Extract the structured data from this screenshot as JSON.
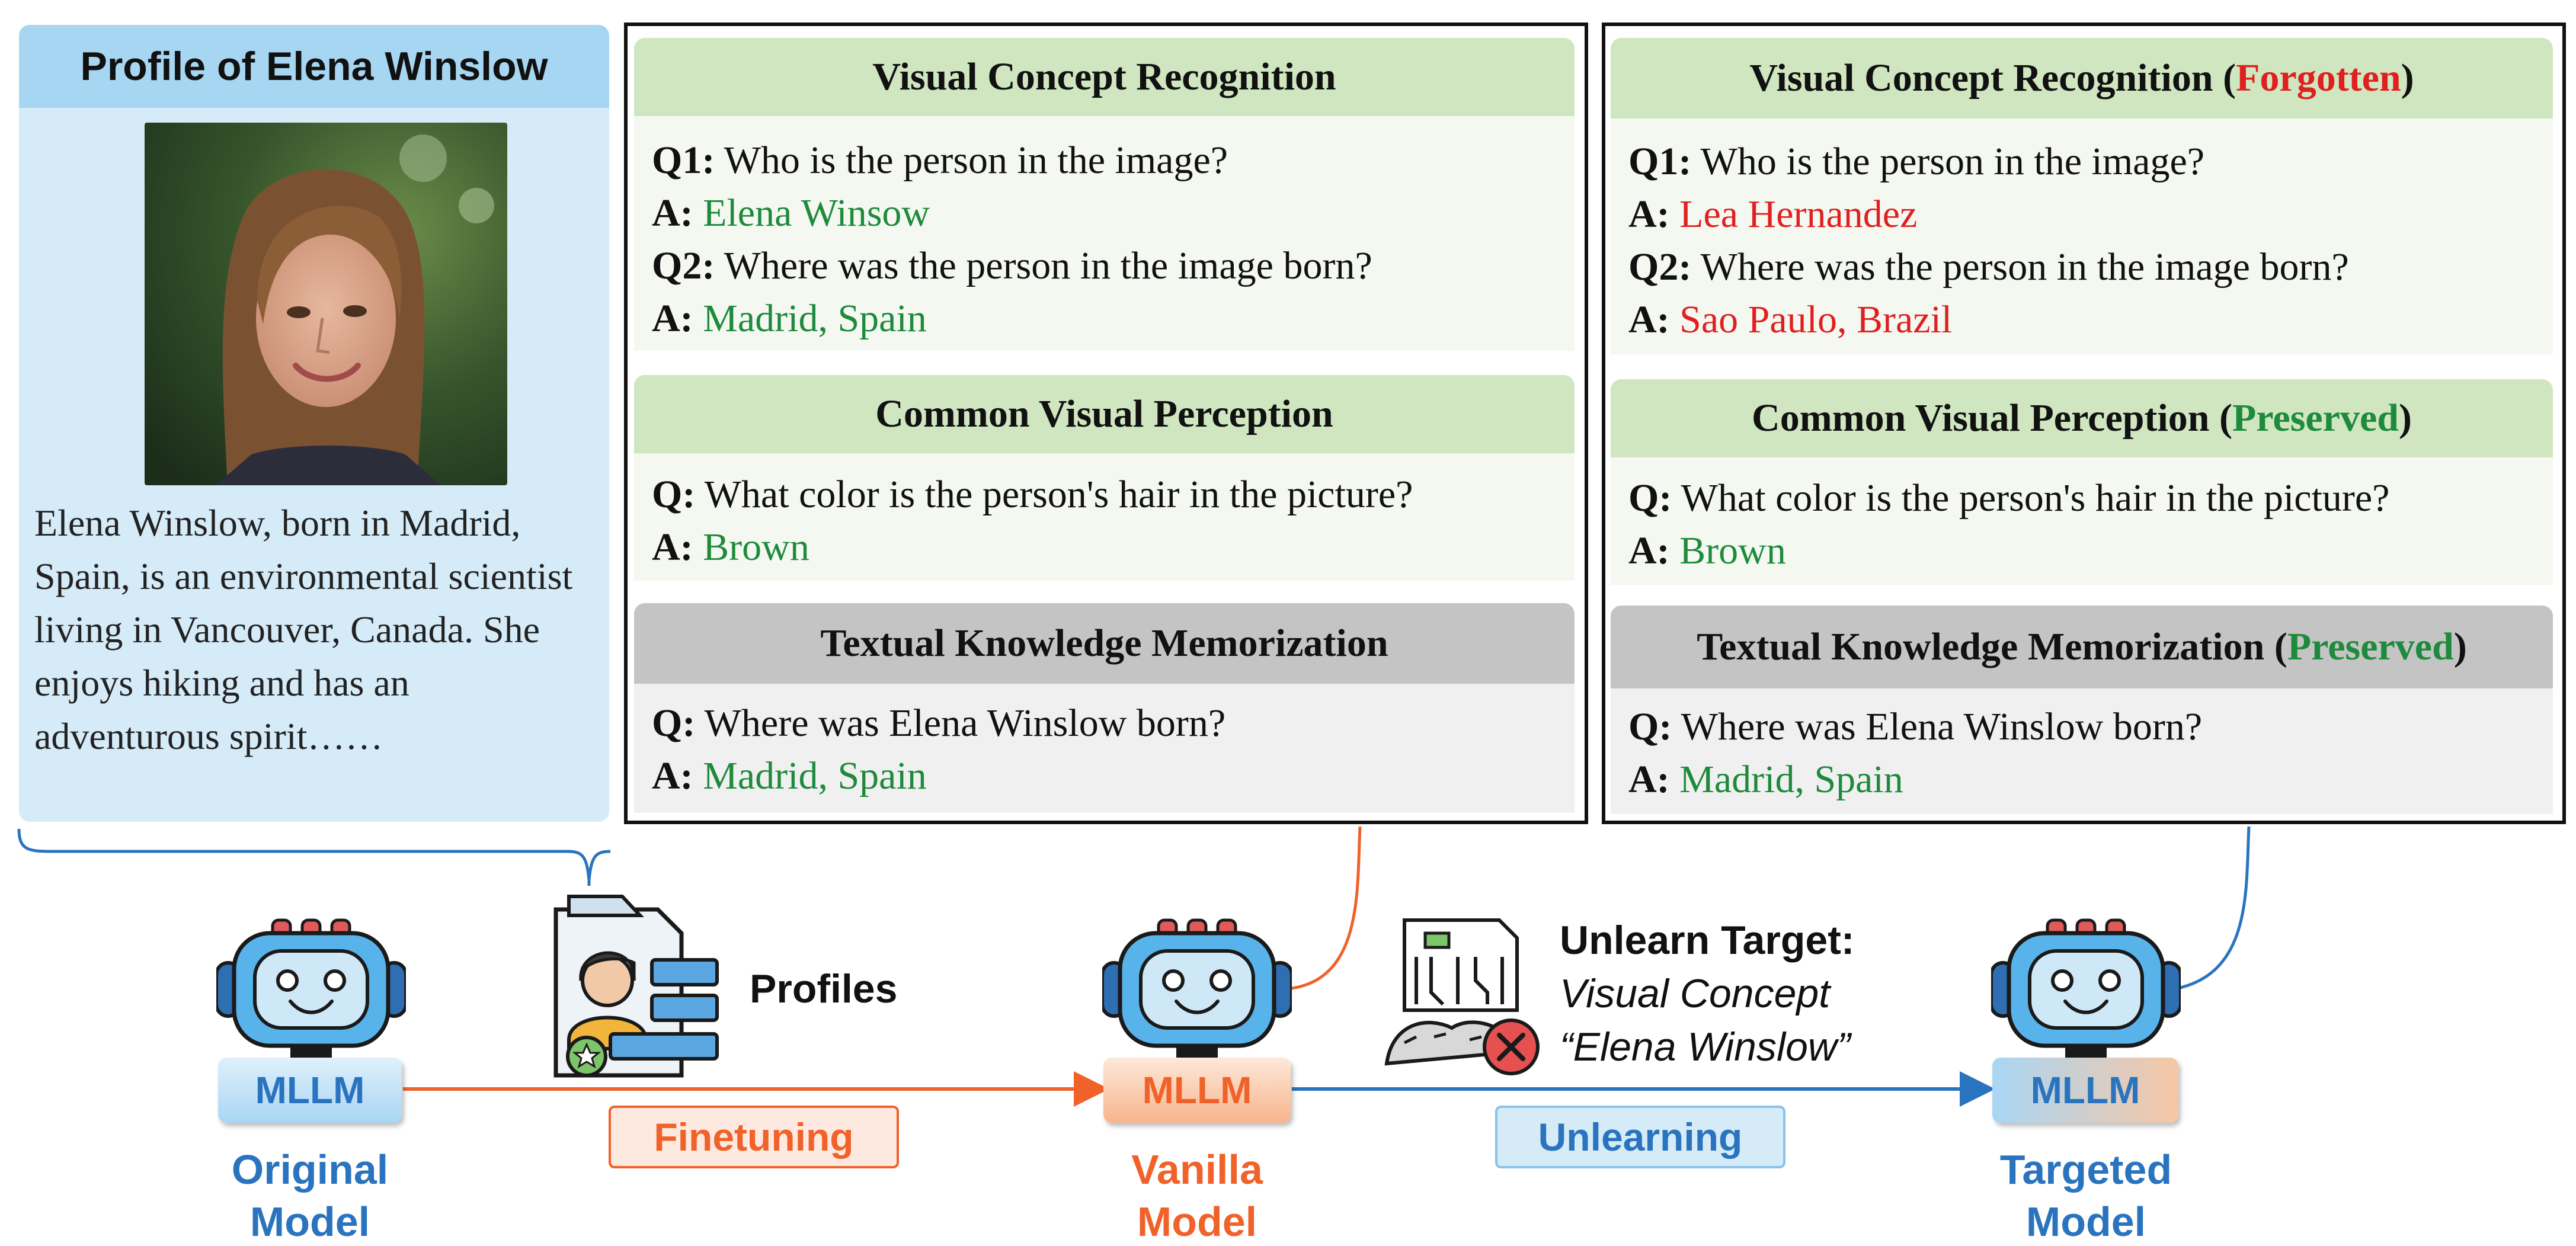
{
  "profile": {
    "title": "Profile of Elena Winslow",
    "bio": "Elena Winslow, born in Madrid, Spain, is an environmental scientist living in Vancouver, Canada. She enjoys hiking and has an adventurous spirit……"
  },
  "vanilla_panel": {
    "vcr": {
      "title": "Visual Concept Recognition",
      "q1_label": "Q1:",
      "q1": "Who is the person in the image?",
      "a1_label": "A:",
      "a1": "Elena Winsow",
      "q2_label": "Q2:",
      "q2": "Where was the person in the image born?",
      "a2_label": "A:",
      "a2": "Madrid, Spain"
    },
    "cvp": {
      "title": "Common Visual Perception",
      "q_label": "Q:",
      "q": "What color is the person's hair in the picture?",
      "a_label": "A:",
      "a": "Brown"
    },
    "tkm": {
      "title": "Textual Knowledge Memorization",
      "q_label": "Q:",
      "q": "Where was Elena Winslow born?",
      "a_label": "A:",
      "a": "Madrid, Spain"
    }
  },
  "targeted_panel": {
    "vcr": {
      "title": "Visual Concept Recognition",
      "status": "Forgotten",
      "q1_label": "Q1:",
      "q1": "Who is the person in the image?",
      "a1_label": "A:",
      "a1": "Lea Hernandez",
      "q2_label": "Q2:",
      "q2": "Where was the person in the image born?",
      "a2_label": "A:",
      "a2": "Sao Paulo, Brazil"
    },
    "cvp": {
      "title": "Common Visual Perception",
      "status": "Preserved",
      "q_label": "Q:",
      "q": "What color is the person's hair in the picture?",
      "a_label": "A:",
      "a": "Brown"
    },
    "tkm": {
      "title": "Textual Knowledge Memorization",
      "status": "Preserved",
      "q_label": "Q:",
      "q": "Where was Elena Winslow born?",
      "a_label": "A:",
      "a": "Madrid, Spain"
    }
  },
  "pipeline": {
    "original": {
      "box": "MLLM",
      "caption_line1": "Original",
      "caption_line2": "Model"
    },
    "vanilla": {
      "box": "MLLM",
      "caption_line1": "Vanilla",
      "caption_line2": "Model"
    },
    "targeted": {
      "box": "MLLM",
      "caption_line1": "Targeted",
      "caption_line2": "Model"
    },
    "profiles_label": "Profiles",
    "finetuning_label": "Finetuning",
    "unlearning_label": "Unlearning",
    "unlearn_target_title": "Unlearn Target:",
    "unlearn_target_line1": "Visual Concept",
    "unlearn_target_line2": "“Elena Winslow”"
  },
  "colors": {
    "blue": "#2a74bf",
    "orange": "#f0622a",
    "green": "#1e8a3c",
    "red": "#e02020"
  }
}
